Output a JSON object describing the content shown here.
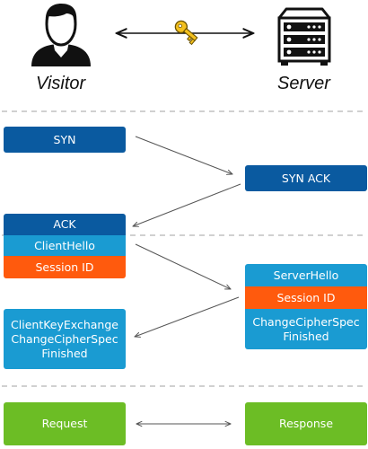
{
  "actors": {
    "visitor": {
      "label": "Visitor",
      "icon": "person-icon"
    },
    "server": {
      "label": "Server",
      "icon": "server-icon"
    },
    "link_icon": "key-icon"
  },
  "handshake": {
    "syn": "SYN",
    "syn_ack": "SYN ACK",
    "ack": "ACK"
  },
  "tls": {
    "client_hello": "ClientHello",
    "session_id_client": "Session ID",
    "server_hello": "ServerHello",
    "session_id_server": "Session ID",
    "server_change_cipher": "ChangeCipherSpec",
    "server_finished": "Finished",
    "client_key_exchange": "ClientKeyExchange",
    "client_change_cipher": "ChangeCipherSpec",
    "client_finished": "Finished"
  },
  "exchange": {
    "request": "Request",
    "response": "Response"
  },
  "colors": {
    "dark_blue": "#0a5aa0",
    "light_blue": "#1a9bd2",
    "orange": "#ff5a0d",
    "green": "#6cbd25",
    "key_yellow": "#f4c11e",
    "divider": "#b3b3b3",
    "arrow": "#555555"
  }
}
